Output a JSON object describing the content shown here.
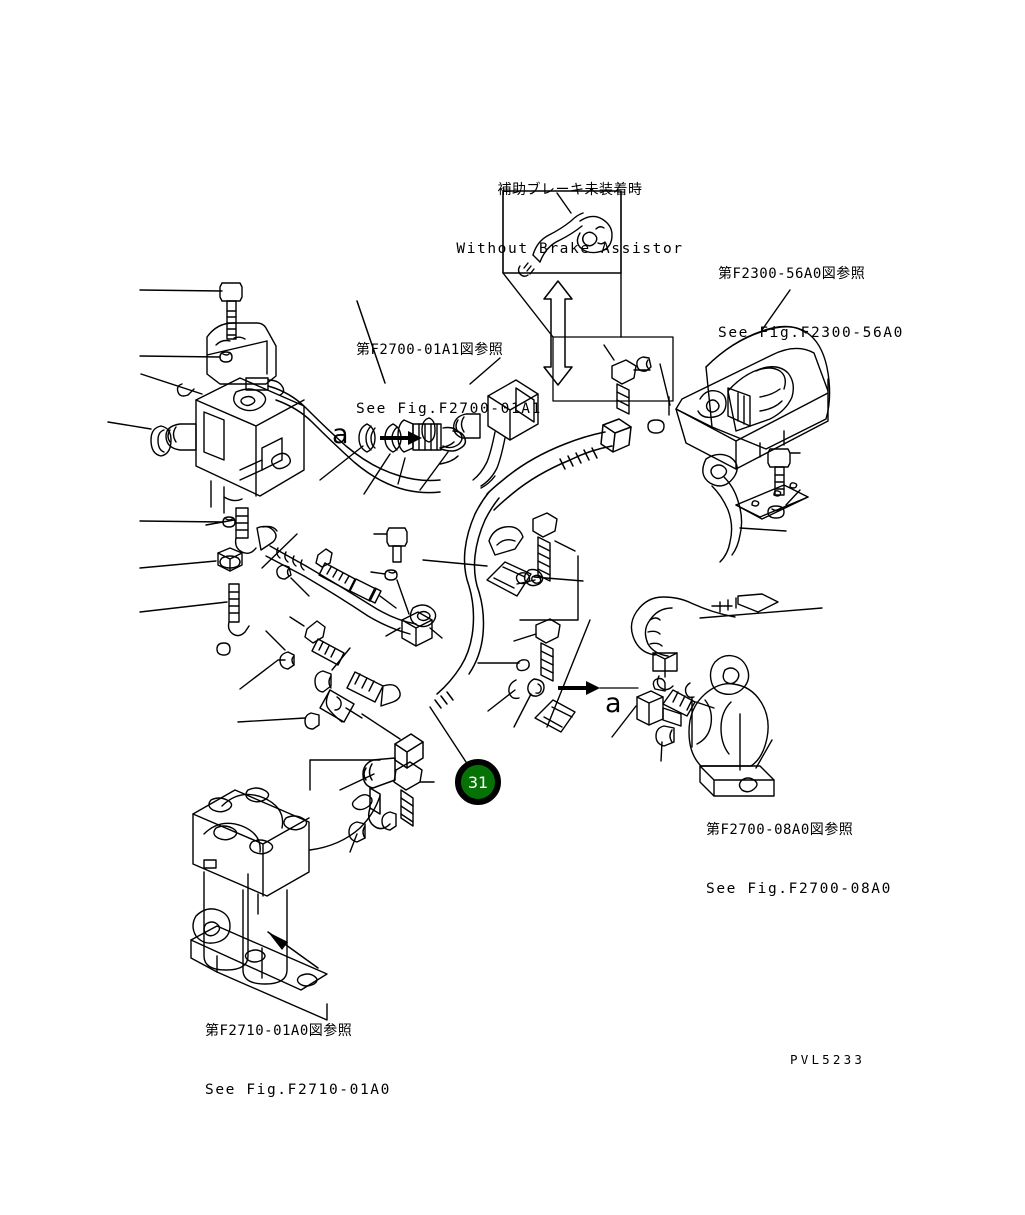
{
  "document": {
    "type": "technical-parts-diagram",
    "figure_code": "PVL5233",
    "background_color": "#ffffff",
    "line_color": "#000000"
  },
  "inset": {
    "title_jp": "補助ブレーキ未装着時",
    "title_en": "Without Brake Assistor"
  },
  "references": {
    "top_right": {
      "jp": "第F2300-56A0図参照",
      "en": "See Fig.F2300-56A0"
    },
    "upper_left": {
      "jp": "第F2700-01A1図参照",
      "en": "See Fig.F2700-01A1"
    },
    "lower_right": {
      "jp": "第F2700-08A0図参照",
      "en": "See Fig.F2700-08A0"
    },
    "lower_left": {
      "jp": "第F2710-01A0図参照",
      "en": "See Fig.F2710-01A0"
    }
  },
  "section_marks": {
    "upper": "a",
    "lower": "a"
  },
  "callouts": [
    {
      "number": "31",
      "fill_color": "#067206",
      "ring_color": "#000000",
      "text_color": "#ffffff"
    }
  ]
}
